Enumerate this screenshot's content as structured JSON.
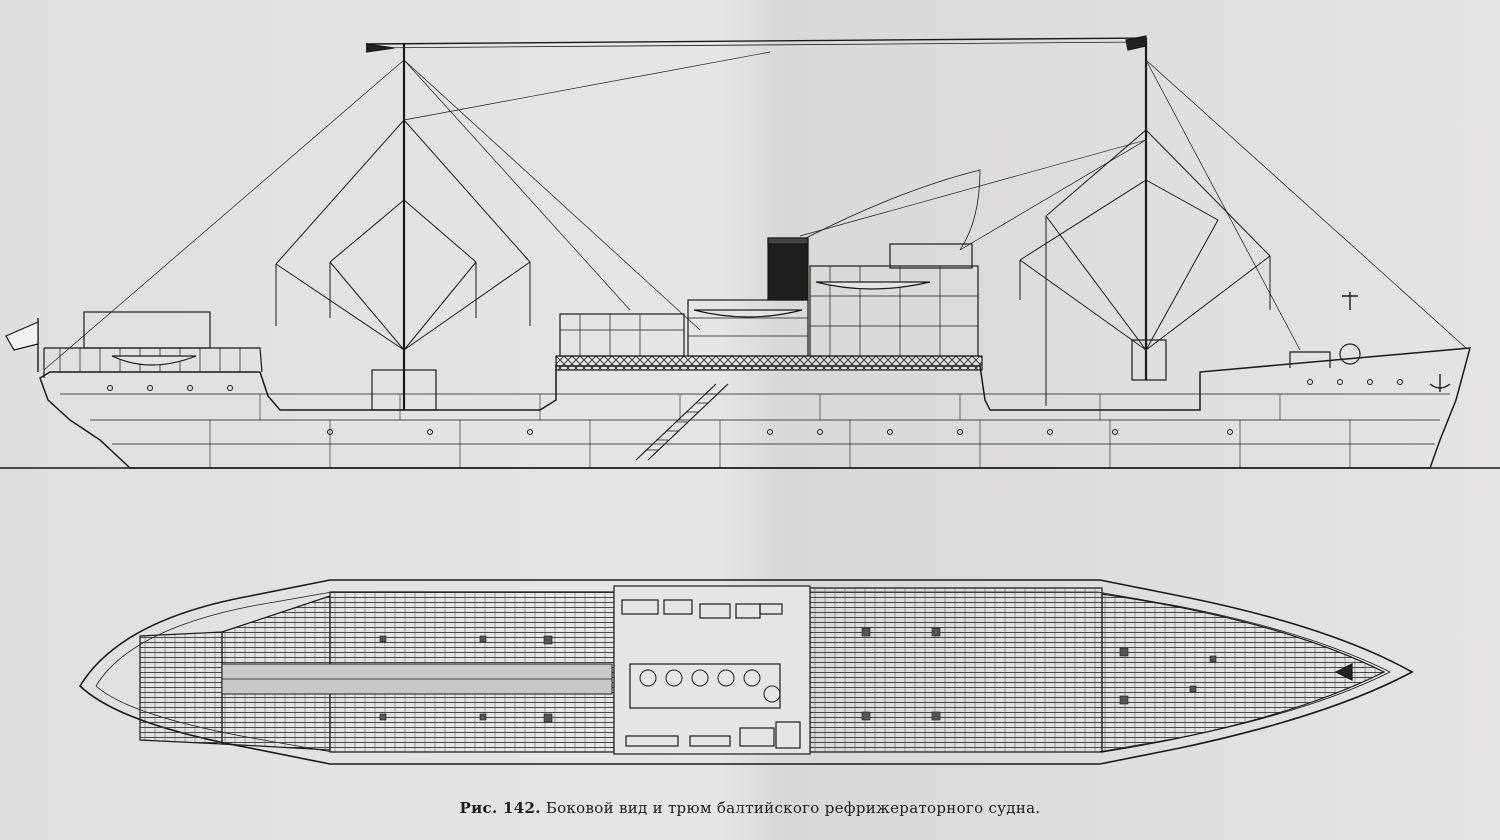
{
  "figure": {
    "caption_label": "Рис. 142.",
    "caption_text": "Боковой вид и трюм балтийского рефрижераторного судна."
  },
  "drawings": [
    {
      "name": "side-view",
      "kind": "elevation"
    },
    {
      "name": "hold-plan",
      "kind": "plan"
    }
  ],
  "colors": {
    "paper": "#e4e3e1",
    "ink": "#1a1a1a",
    "hatch": "#3a3a3a"
  }
}
